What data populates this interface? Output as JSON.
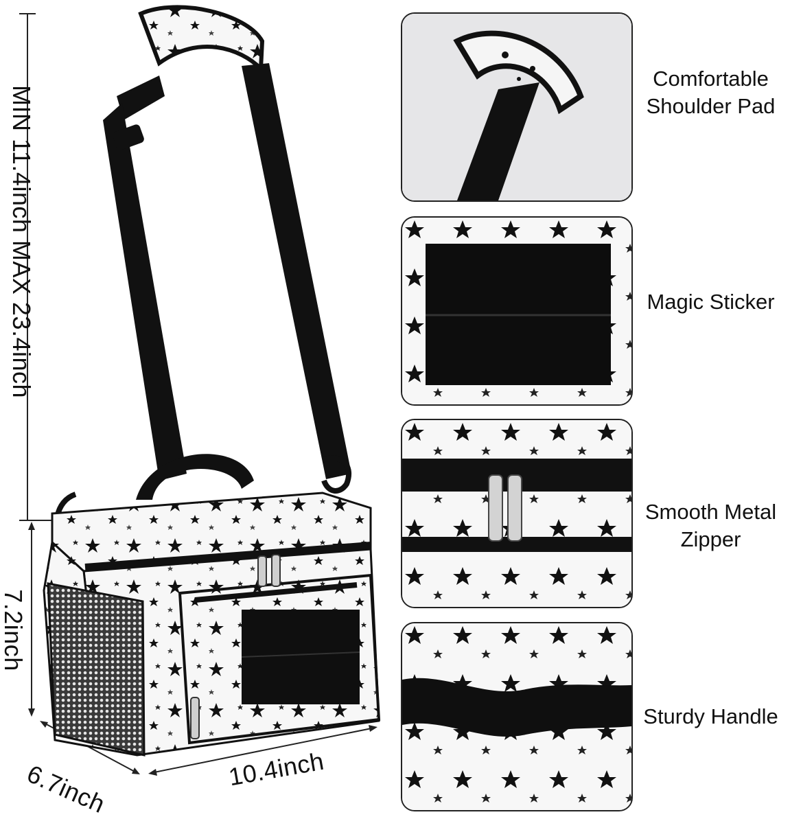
{
  "dimensions": {
    "strap_length": "MIN 11.4inch  MAX 23.4inch",
    "height": "7.2inch",
    "depth": "6.7inch",
    "width": "10.4inch"
  },
  "features": [
    {
      "label": "Comfortable Shoulder Pad",
      "icon": "shoulder-pad-photo"
    },
    {
      "label": "Magic Sticker",
      "icon": "velcro-patch-photo"
    },
    {
      "label": "Smooth Metal Zipper",
      "icon": "zipper-photo"
    },
    {
      "label": "Sturdy Handle",
      "icon": "handle-photo"
    }
  ],
  "colors": {
    "strap": "#111111",
    "fabric": "#f7f7f7",
    "star": "#0d0d0d",
    "panel_border": "#222222"
  }
}
